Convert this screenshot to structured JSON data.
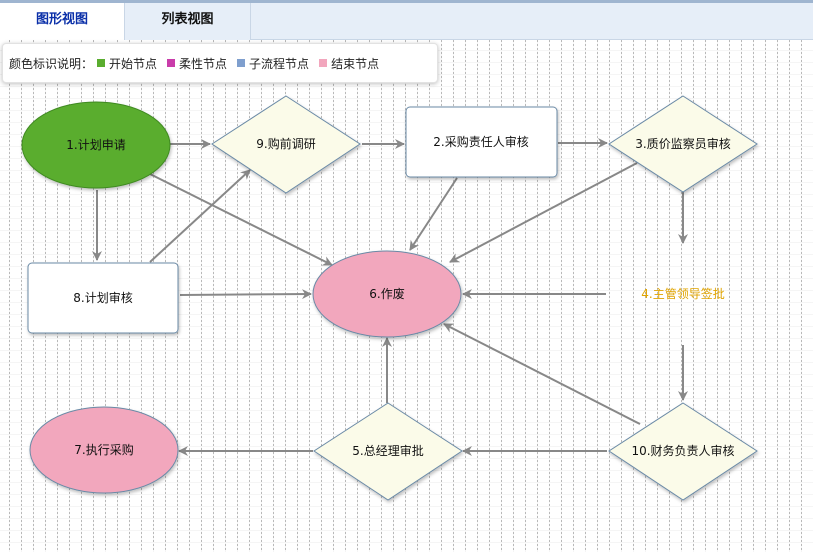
{
  "tabs": [
    {
      "label": "图形视图",
      "active": true
    },
    {
      "label": "列表视图",
      "active": false
    }
  ],
  "legend": {
    "title": "颜色标识说明：",
    "items": [
      {
        "label": "开始节点",
        "color": "#5aad2f"
      },
      {
        "label": "柔性节点",
        "color": "#c93caa"
      },
      {
        "label": "子流程节点",
        "color": "#7f9fce"
      },
      {
        "label": "结束节点",
        "color": "#f2a6bd"
      }
    ]
  },
  "colors": {
    "start_fill": "#5aad2f",
    "end_fill": "#f2a7bd",
    "diamond_fill": "#fbfbe9",
    "rect_fill": "#ffffff",
    "node_stroke": "#6b8aa6",
    "edge": "#888888",
    "flexible_text": "#e0a400"
  },
  "nodes": {
    "n1": "1.计划申请",
    "n9": "9.购前调研",
    "n2": "2.采购责任人审核",
    "n3": "3.质价监察员审核",
    "n8": "8.计划审核",
    "n6": "6.作废",
    "n4": "4.主管领导签批",
    "n7": "7.执行采购",
    "n5": "5.总经理审批",
    "n10": "10.财务负责人审核"
  }
}
